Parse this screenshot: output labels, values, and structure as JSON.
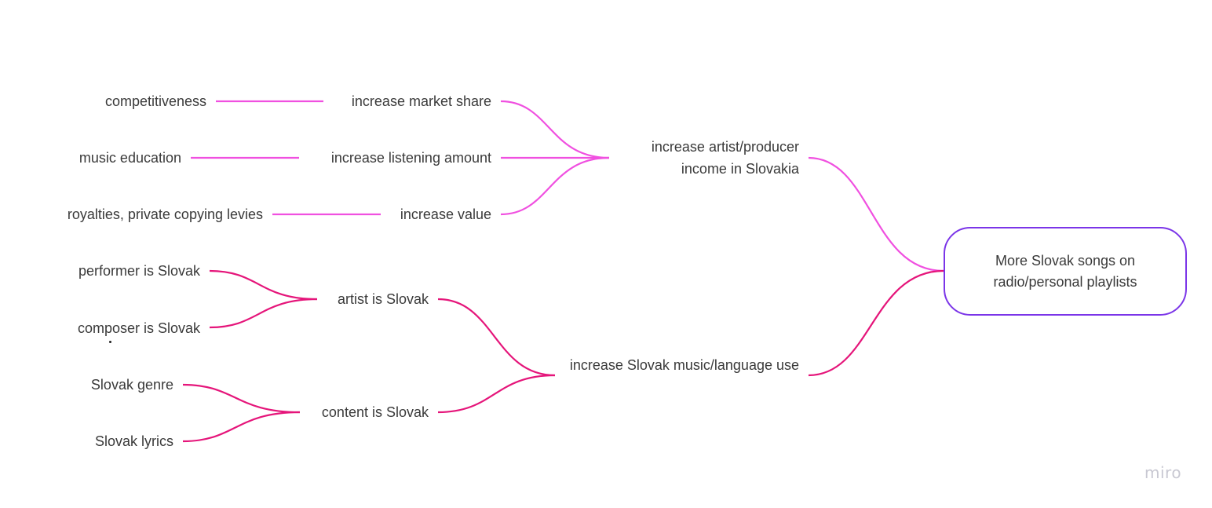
{
  "diagram": {
    "root": {
      "label": "More Slovak songs on radio/personal playlists",
      "border_color": "#7b35e8"
    },
    "branches": [
      {
        "label": "increase artist/producer income in Slovakia",
        "color": "#f050e0",
        "children": [
          {
            "label": "increase market share",
            "child": "competitiveness"
          },
          {
            "label": "increase listening amount",
            "child": "music education"
          },
          {
            "label": "increase value",
            "child": "royalties, private copying levies"
          }
        ]
      },
      {
        "label": "increase Slovak music/language use",
        "color": "#e5157a",
        "children": [
          {
            "label": "artist is Slovak",
            "children": [
              "performer is Slovak",
              "composer is Slovak"
            ]
          },
          {
            "label": "content is Slovak",
            "children": [
              "Slovak genre",
              "Slovak lyrics"
            ]
          }
        ]
      }
    ]
  },
  "watermark": "miro"
}
